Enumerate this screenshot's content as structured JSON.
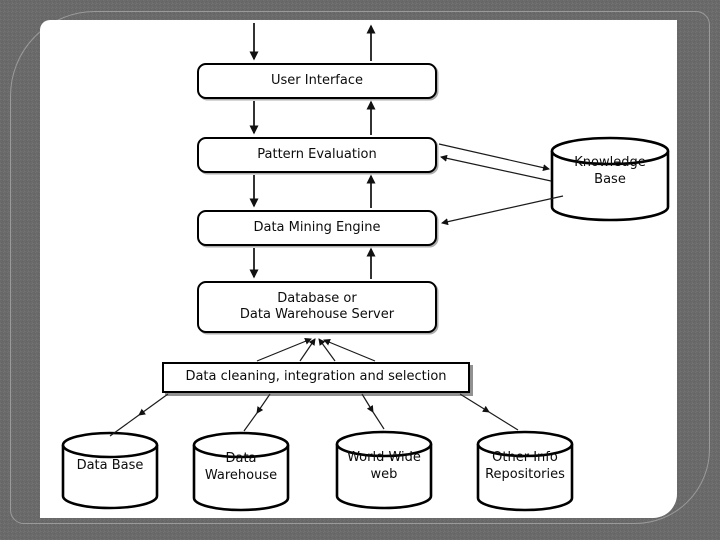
{
  "diagram": {
    "boxes": {
      "user_interface": "User Interface",
      "pattern_evaluation": "Pattern Evaluation",
      "data_mining_engine": "Data Mining Engine",
      "database_server": "Database or\nData Warehouse Server",
      "data_cleaning": "Data cleaning, integration and selection"
    },
    "stores": {
      "knowledge_base": "Knowledge\nBase",
      "data_base": "Data Base",
      "data_warehouse": "Data\nWarehouse",
      "world_wide_web": "World Wide\nweb",
      "other_info": "Other Info\nRepositories"
    },
    "colors": {
      "frame_background": "#6a6a6a",
      "frame_outline": "#9a9a9a",
      "panel_background": "#ffffff",
      "node_border": "#000000",
      "arrow": "#1b1b1b",
      "text": "#0c0c0c"
    }
  }
}
